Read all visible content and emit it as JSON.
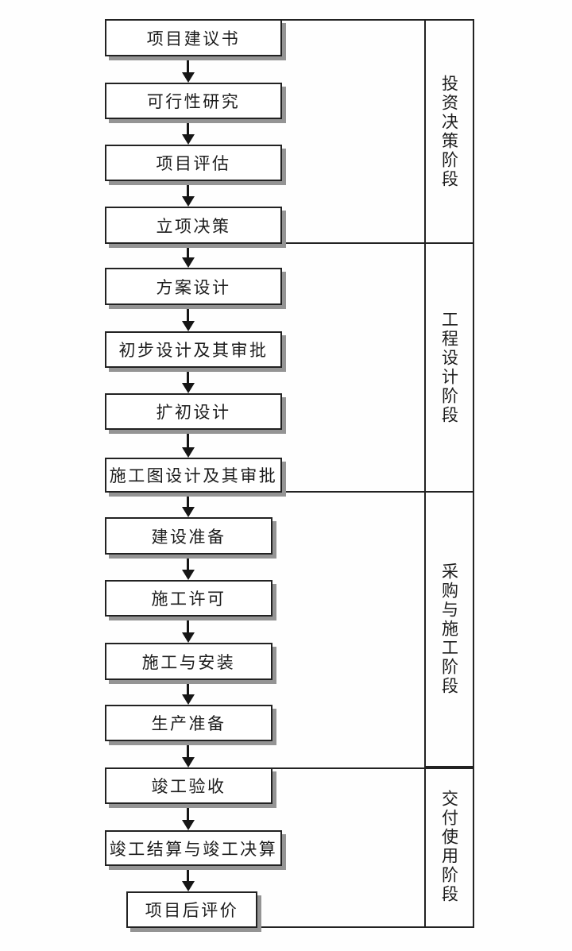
{
  "flowchart": {
    "steps": [
      {
        "label": "项目建议书"
      },
      {
        "label": "可行性研究"
      },
      {
        "label": "项目评估"
      },
      {
        "label": "立项决策"
      },
      {
        "label": "方案设计"
      },
      {
        "label": "初步设计及其审批"
      },
      {
        "label": "扩初设计"
      },
      {
        "label": "施工图设计及其审批"
      },
      {
        "label": "建设准备"
      },
      {
        "label": "施工许可"
      },
      {
        "label": "施工与安装"
      },
      {
        "label": "生产准备"
      },
      {
        "label": "竣工验收"
      },
      {
        "label": "竣工结算与竣工决算"
      },
      {
        "label": "项目后评价"
      }
    ],
    "phases": [
      {
        "label": "投资决策阶段"
      },
      {
        "label": "工程设计阶段"
      },
      {
        "label": "采购与施工阶段"
      },
      {
        "label": "交付使用阶段"
      }
    ],
    "colors": {
      "line": "#222222",
      "text": "#1c1c1c",
      "box_shadow": "#949494",
      "background": "#ffffff"
    }
  }
}
